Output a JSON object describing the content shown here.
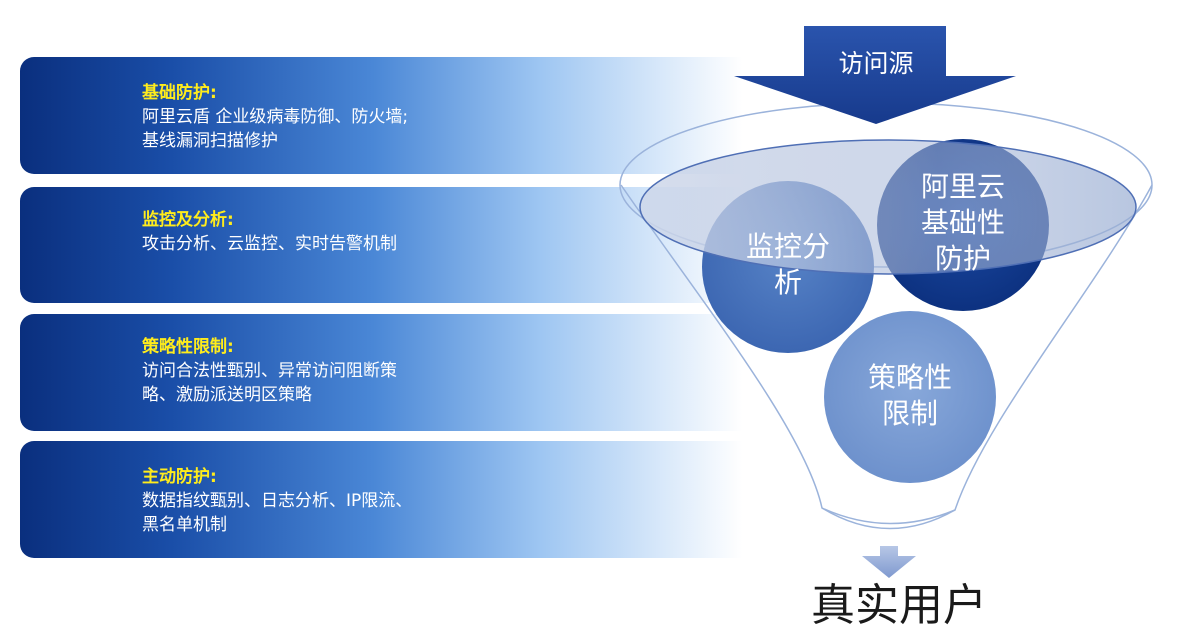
{
  "bands": [
    {
      "title": "基础防护:",
      "lines": [
        "阿里云盾 企业级病毒防御、防火墙;",
        "基线漏洞扫描修护"
      ]
    },
    {
      "title": "监控及分析:",
      "lines": [
        "攻击分析、云监控、实时告警机制"
      ]
    },
    {
      "title": "策略性限制:",
      "lines": [
        "访问合法性甄别、异常访问阻断策",
        "略、激励派送明区策略"
      ]
    },
    {
      "title": "主动防护:",
      "lines": [
        "数据指纹甄别、日志分析、IP限流、",
        "黑名单机制"
      ]
    }
  ],
  "funnel": {
    "source": "访问源",
    "circles": [
      {
        "lines": [
          "阿里云",
          "基础性",
          "防护"
        ]
      },
      {
        "lines": [
          "监控分",
          "析"
        ]
      },
      {
        "lines": [
          "策略性",
          "限制"
        ]
      }
    ],
    "output": "真实用户"
  },
  "colors": {
    "band_dark": "#0a2f7e",
    "title_yellow": "#ffec1c",
    "circle_dark": "#0d3a8c",
    "circle_mid": "#3f6bb5",
    "circle_light": "#6f95cf",
    "arrow": "#1b3f97"
  }
}
